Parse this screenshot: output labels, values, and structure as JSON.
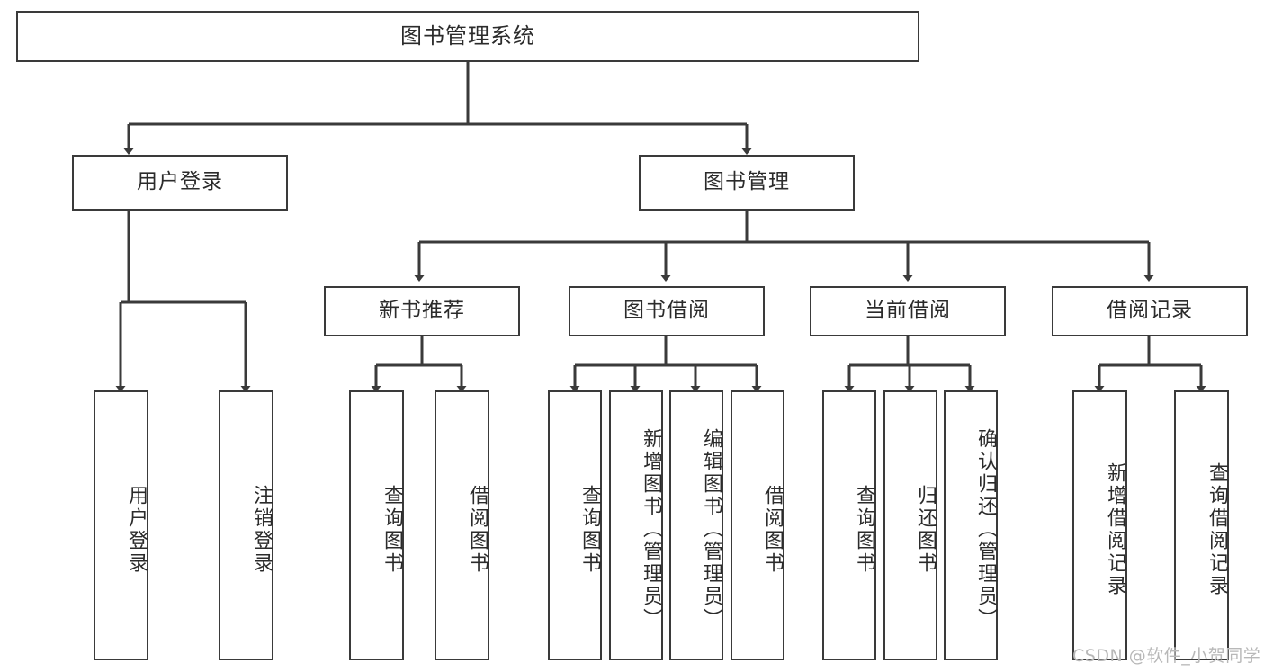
{
  "diagram": {
    "type": "hierarchy-tree",
    "title": "图书管理系统",
    "orientation": "top-down",
    "line_color": "#3a3a3a",
    "box_fill": "#ffffff",
    "page_background": "#ffffff"
  },
  "root": {
    "label": "图书管理系统"
  },
  "level2": [
    {
      "label": "用户登录"
    },
    {
      "label": "图书管理"
    }
  ],
  "level3": [
    {
      "label": "新书推荐"
    },
    {
      "label": "图书借阅"
    },
    {
      "label": "当前借阅"
    },
    {
      "label": "借阅记录"
    }
  ],
  "leaves": {
    "user_login": [
      {
        "label": "用户登录"
      },
      {
        "label": "注销登录"
      }
    ],
    "new_book": [
      {
        "label": "查询图书"
      },
      {
        "label": "借阅图书"
      }
    ],
    "book_borrow": [
      {
        "label": "查询图书"
      },
      {
        "label": "新增图书（管理员）"
      },
      {
        "label": "编辑图书（管理员）"
      },
      {
        "label": "借阅图书"
      }
    ],
    "current_borrow": [
      {
        "label": "查询图书"
      },
      {
        "label": "归还图书"
      },
      {
        "label": "确认归还（管理员）"
      }
    ],
    "borrow_record": [
      {
        "label": "新增借阅记录"
      },
      {
        "label": "查询借阅记录"
      }
    ]
  },
  "watermark": {
    "text": "CSDN @软件_小贺同学"
  }
}
